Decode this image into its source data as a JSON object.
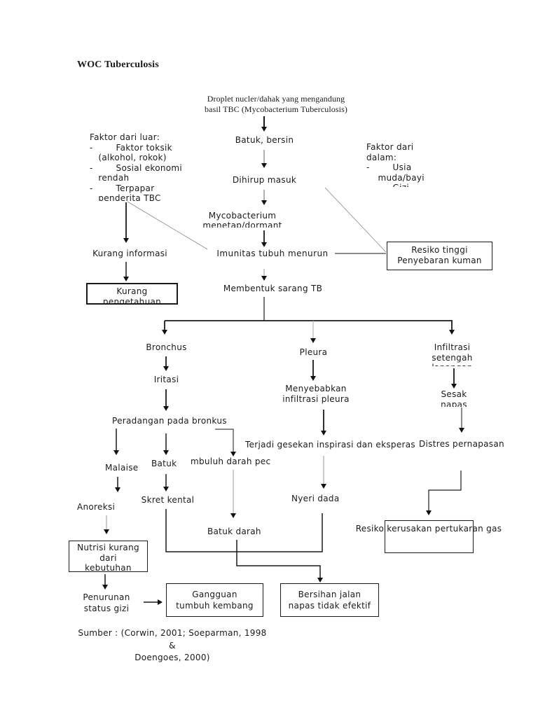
{
  "page": {
    "title": "WOC Tuberculosis",
    "source": "Sumber : (Corwin, 2001; Soeparman, 1998 &\nDoengoes, 2000)"
  },
  "flow": {
    "droplet": "Droplet nucler/dahak yang mengandung\nbasil TBC (Mycobacterium Tuberculosis)",
    "batuk_bersin": "Batuk, bersin",
    "dihirup_masuk": "Dihirup masuk",
    "mycobacterium": "Mycobacterium\nmenetap/dormant",
    "imunitas": "Imunitas tubuh menurun",
    "membentuk_sarang": "Membentuk sarang TB"
  },
  "factors": {
    "luar": "Faktor dari luar:\n-        Faktor toksik\n   (alkohol, rokok)\n-        Sosial ekonomi\n   rendah\n-        Terpapar\n   penderita TBC",
    "dalam": "Faktor dari\ndalam:\n-        Usia\n    muda/bayi\n-        Gizi"
  },
  "left_path": {
    "kurang_informasi": "Kurang informasi",
    "kurang_pengetahuan": "Kurang\npengetahuan"
  },
  "risk_box": "Resiko tinggi\nPenyebaran kuman",
  "bronchus_branch": {
    "bronchus": "Bronchus",
    "iritasi": "Iritasi",
    "peradangan": "Peradangan pada bronkus",
    "malaise": "Malaise",
    "batuk": "Batuk",
    "pembuluh_darah": "mbuluh darah pec",
    "anoreksi": "Anoreksi",
    "skret_kental": "Skret kental",
    "batuk_darah": "Batuk darah",
    "nutrisi_box": "Nutrisi kurang\ndari\nkebutuhan",
    "penurunan": "Penurunan\nstatus gizi",
    "gangguan_box": "Gangguan\ntumbuh kembang",
    "bersihan_box": "Bersihan jalan\nnapas tidak efektif"
  },
  "pleura_branch": {
    "pleura": "Pleura",
    "menyebabkan": "Menyebabkan\ninfiltrasi pleura",
    "terjadi_gesekan": "Terjadi gesekan inspirasi dan eksperas",
    "nyeri_dada": "Nyeri dada"
  },
  "infiltration_branch": {
    "infiltrasi": "Infiltrasi\nsetengah\nlapangan paru",
    "sesak_napas": "Sesak\nnapas",
    "distres": "Distres pernapasan",
    "resiko_gas_box": "Resiko kerusakan pertukaran gas"
  }
}
